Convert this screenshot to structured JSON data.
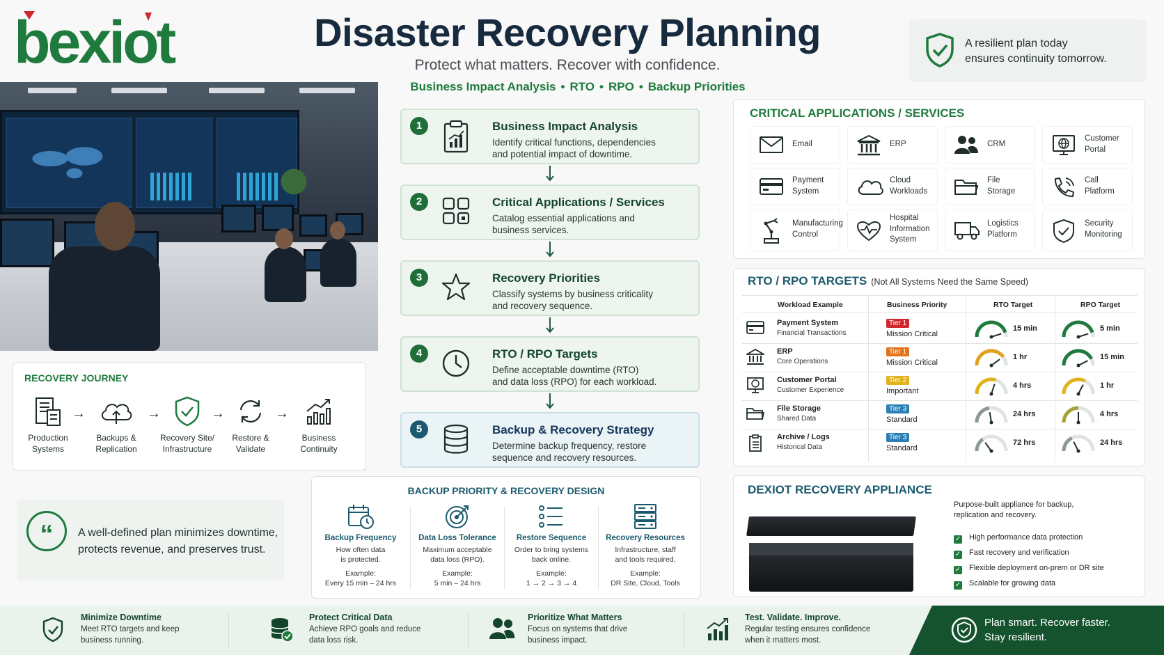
{
  "brand": {
    "logo_text": "bexiot",
    "green": "#1f7a3d",
    "red": "#d0262e"
  },
  "header": {
    "title": "Disaster Recovery Planning",
    "subtitle": "Protect what matters. Recover with confidence.",
    "tags": [
      "Business Impact Analysis",
      "RTO",
      "RPO",
      "Backup Priorities"
    ],
    "card_line1": "A resilient plan today",
    "card_line2": "ensures continuity tomorrow."
  },
  "journey": {
    "title": "RECOVERY JOURNEY",
    "steps": [
      {
        "l1": "Production",
        "l2": "Systems",
        "icon": "server-doc-icon"
      },
      {
        "l1": "Backups &",
        "l2": "Replication",
        "icon": "cloud-sync-icon"
      },
      {
        "l1": "Recovery Site/",
        "l2": "Infrastructure",
        "icon": "shield-check-icon"
      },
      {
        "l1": "Restore &",
        "l2": "Validate",
        "icon": "refresh-icon"
      },
      {
        "l1": "Business",
        "l2": "Continuity",
        "icon": "growth-chart-icon"
      }
    ]
  },
  "quote": {
    "line1": "A well-defined plan minimizes downtime,",
    "line2": "protects revenue, and preserves trust."
  },
  "steps": [
    {
      "num": "1",
      "title": "Business Impact Analysis",
      "d1": "Identify critical functions, dependencies",
      "d2": "and potential impact of downtime.",
      "icon": "clipboard-chart-icon"
    },
    {
      "num": "2",
      "title": "Critical Applications / Services",
      "d1": "Catalog essential applications and",
      "d2": "business services.",
      "icon": "grid-apps-icon"
    },
    {
      "num": "3",
      "title": "Recovery Priorities",
      "d1": "Classify systems by business criticality",
      "d2": "and recovery sequence.",
      "icon": "star-icon"
    },
    {
      "num": "4",
      "title": "RTO / RPO Targets",
      "d1": "Define acceptable downtime (RTO)",
      "d2": "and data loss (RPO) for each workload.",
      "icon": "clock-icon"
    },
    {
      "num": "5",
      "title": "Backup & Recovery Strategy",
      "d1": "Determine backup frequency, restore",
      "d2": "sequence and recovery resources.",
      "icon": "database-icon"
    }
  ],
  "backup_priority": {
    "title": "BACKUP PRIORITY & RECOVERY DESIGN",
    "cols": [
      {
        "title": "Backup Frequency",
        "d1": "How often data",
        "d2": "is protected.",
        "e1": "Example:",
        "e2": "Every 15 min – 24 hrs",
        "icon": "calendar-clock-icon"
      },
      {
        "title": "Data Loss Tolerance",
        "d1": "Maximum acceptable",
        "d2": "data loss (RPO).",
        "e1": "Example:",
        "e2": "5 min – 24 hrs",
        "icon": "target-icon"
      },
      {
        "title": "Restore Sequence",
        "d1": "Order to bring systems",
        "d2": "back online.",
        "e1": "Example:",
        "e2": "1 → 2 → 3 → 4",
        "icon": "list-icon"
      },
      {
        "title": "Recovery Resources",
        "d1": "Infrastructure, staff",
        "d2": "and tools required.",
        "e1": "Example:",
        "e2": "DR Site, Cloud, Tools",
        "icon": "server-rack-icon"
      }
    ]
  },
  "critical": {
    "title": "CRITICAL APPLICATIONS / SERVICES",
    "apps": [
      {
        "l1": "Email",
        "l2": "",
        "l3": "",
        "icon": "envelope-icon"
      },
      {
        "l1": "ERP",
        "l2": "",
        "l3": "",
        "icon": "building-icon"
      },
      {
        "l1": "CRM",
        "l2": "",
        "l3": "",
        "icon": "users-icon"
      },
      {
        "l1": "Customer",
        "l2": "Portal",
        "l3": "",
        "icon": "globe-monitor-icon"
      },
      {
        "l1": "Payment",
        "l2": "System",
        "l3": "",
        "icon": "card-icon"
      },
      {
        "l1": "Cloud",
        "l2": "Workloads",
        "l3": "",
        "icon": "cloud-icon"
      },
      {
        "l1": "File",
        "l2": "Storage",
        "l3": "",
        "icon": "folder-icon"
      },
      {
        "l1": "Call",
        "l2": "Platform",
        "l3": "",
        "icon": "phone-icon"
      },
      {
        "l1": "Manufacturing",
        "l2": "Control",
        "l3": "",
        "icon": "robot-arm-icon"
      },
      {
        "l1": "Hospital",
        "l2": "Information",
        "l3": "System",
        "icon": "heart-pulse-icon"
      },
      {
        "l1": "Logistics",
        "l2": "Platform",
        "l3": "",
        "icon": "truck-icon"
      },
      {
        "l1": "Security",
        "l2": "Monitoring",
        "l3": "",
        "icon": "shield-check-icon"
      }
    ]
  },
  "rto": {
    "title": "RTO / RPO TARGETS",
    "note": "(Not All Systems Need the Same Speed)",
    "headers": [
      "Workload Example",
      "Business Priority",
      "RTO Target",
      "RPO Target"
    ],
    "rows": [
      {
        "name": "Payment System",
        "sub": "Financial Transactions",
        "tier": "Tier 1",
        "tier_color": "#d0262e",
        "priority": "Mission Critical",
        "rto": "15 min",
        "rto_color": "#1f7a3d",
        "rpo": "5 min",
        "rpo_color": "#1f7a3d",
        "icon": "card-icon"
      },
      {
        "name": "ERP",
        "sub": "Core Operations",
        "tier": "Tier 1",
        "tier_color": "#e2731c",
        "priority": "Mission Critical",
        "rto": "1 hr",
        "rto_color": "#e0a21c",
        "rpo": "15 min",
        "rpo_color": "#1f7a3d",
        "icon": "building-icon"
      },
      {
        "name": "Customer Portal",
        "sub": "Customer Experience",
        "tier": "Tier 2",
        "tier_color": "#e0b21c",
        "priority": "Important",
        "rto": "4 hrs",
        "rto_color": "#e0b21c",
        "rpo": "1 hr",
        "rpo_color": "#e0b21c",
        "icon": "globe-monitor-icon"
      },
      {
        "name": "File Storage",
        "sub": "Shared Data",
        "tier": "Tier 3",
        "tier_color": "#2b7fb5",
        "priority": "Standard",
        "rto": "24 hrs",
        "rto_color": "#8c9a95",
        "rpo": "4 hrs",
        "rpo_color": "#a7a23a",
        "icon": "folder-icon"
      },
      {
        "name": "Archive / Logs",
        "sub": "Historical Data",
        "tier": "Tier 3",
        "tier_color": "#2b7fb5",
        "priority": "Standard",
        "rto": "72 hrs",
        "rto_color": "#8c9a95",
        "rpo": "24 hrs",
        "rpo_color": "#8c9a95",
        "icon": "archive-icon"
      }
    ]
  },
  "appliance": {
    "title": "DEXIOT RECOVERY APPLIANCE",
    "d1": "Purpose-built appliance for backup,",
    "d2": "replication and recovery.",
    "features": [
      "High performance data protection",
      "Fast recovery and verification",
      "Flexible deployment on-prem or DR site",
      "Scalable for growing data"
    ]
  },
  "footer": {
    "items": [
      {
        "title": "Minimize Downtime",
        "d1": "Meet RTO targets and keep",
        "d2": "business running.",
        "icon": "shield-check-icon"
      },
      {
        "title": "Protect Critical Data",
        "d1": "Achieve RPO goals and reduce",
        "d2": "data loss risk.",
        "icon": "database-check-icon"
      },
      {
        "title": "Prioritize What Matters",
        "d1": "Focus on systems that drive",
        "d2": "business impact.",
        "icon": "users-icon"
      },
      {
        "title": "Test. Validate. Improve.",
        "d1": "Regular testing ensures confidence",
        "d2": "when it matters most.",
        "icon": "growth-chart-icon"
      }
    ],
    "banner_l1": "Plan smart. Recover faster.",
    "banner_l2": "Stay resilient."
  }
}
